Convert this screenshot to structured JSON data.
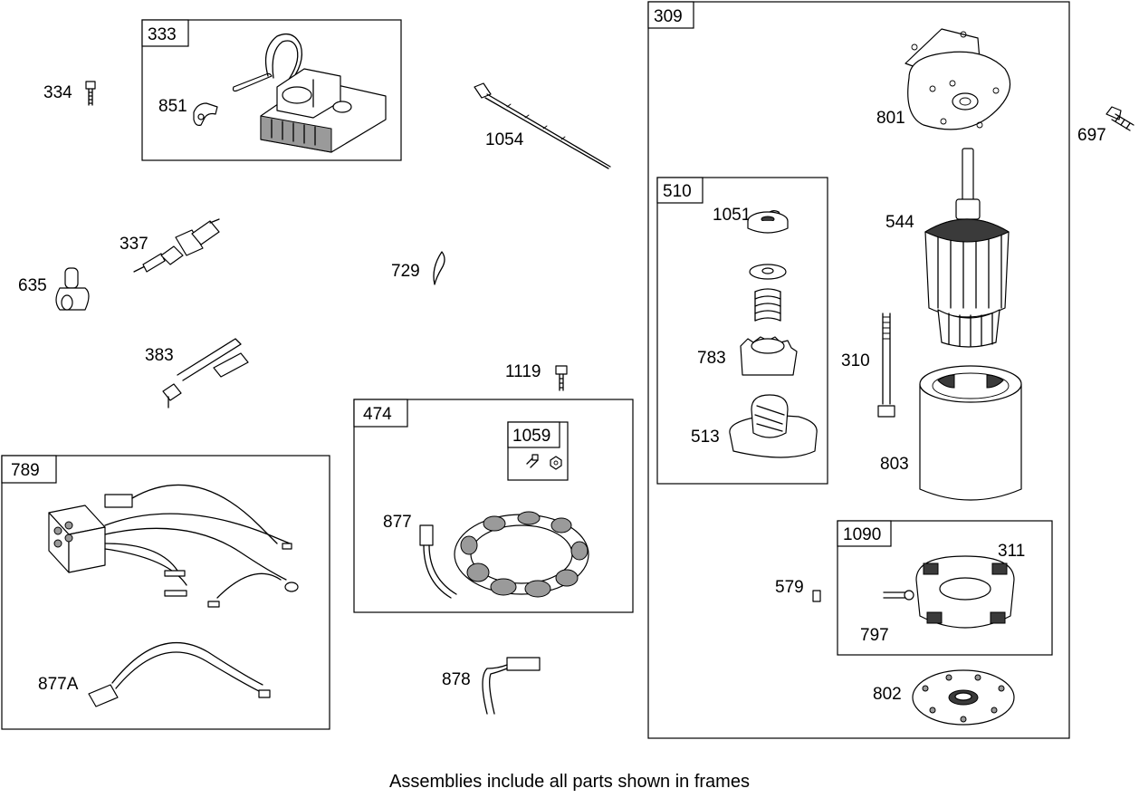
{
  "frames": {
    "f333": "333",
    "f309": "309",
    "f510": "510",
    "f474": "474",
    "f1059": "1059",
    "f789": "789",
    "f1090": "1090"
  },
  "labels": {
    "p334": "334",
    "p851": "851",
    "p1054": "1054",
    "p801": "801",
    "p697": "697",
    "p1051": "1051",
    "p544": "544",
    "p337": "337",
    "p635": "635",
    "p729": "729",
    "p783": "783",
    "p310": "310",
    "p383": "383",
    "p1119": "1119",
    "p513": "513",
    "p803": "803",
    "p877": "877",
    "p579": "579",
    "p311": "311",
    "p797": "797",
    "p877A": "877A",
    "p878": "878",
    "p802": "802"
  },
  "caption": "Assemblies include all parts shown in frames"
}
